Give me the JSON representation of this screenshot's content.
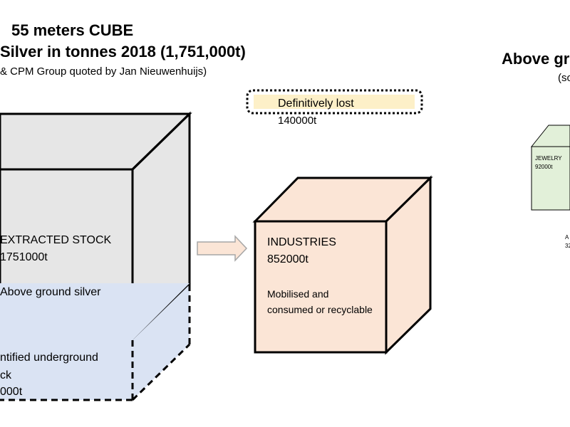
{
  "titles": {
    "line1": "55 meters CUBE",
    "line2": "Silver in tonnes 2018 (1,751,000t)",
    "source": "& CPM Group quoted by Jan Nieuwenhuijs)"
  },
  "right_panel": {
    "title": "Above gr",
    "subtitle": "(so",
    "jewelry_label": "JEWELRY",
    "jewelry_value": "92000t",
    "a_label": "A",
    "a_value": "32"
  },
  "lost": {
    "label": "Definitively lost",
    "value": "140000t"
  },
  "extracted": {
    "label": "EXTRACTED STOCK",
    "value": "1751000t",
    "above": "Above ground silver"
  },
  "underground": {
    "label": "ntified underground",
    "line2": "ck",
    "value": "000t"
  },
  "industries": {
    "label": "INDUSTRIES",
    "value": "852000t",
    "desc": "Mobilised and consumed or recyclable"
  },
  "colors": {
    "extracted_fill": "#e6e6e6",
    "underground_fill": "#dae3f3",
    "industries_fill": "#fbe5d6",
    "lost_fill": "#fdf0c8",
    "jewelry_fill": "#e2f0d9",
    "arrow_fill": "#fbe5d6"
  }
}
